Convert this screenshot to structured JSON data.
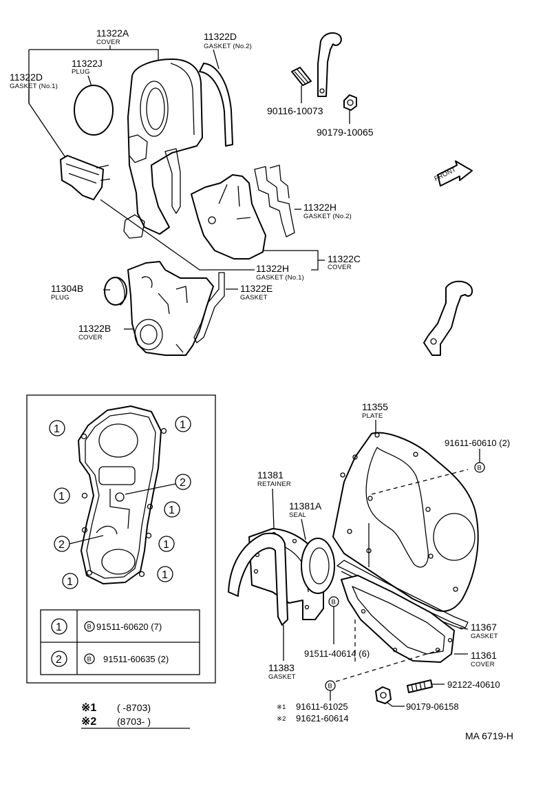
{
  "parts": {
    "p11322A": {
      "number": "11322A",
      "desc": "COVER"
    },
    "p11322D_top": {
      "number": "11322D",
      "desc": "GASKET (No.2)"
    },
    "p11322J": {
      "number": "11322J",
      "desc": "PLUG"
    },
    "p11322D_left": {
      "number": "11322D",
      "desc": "GASKET (No.1)"
    },
    "p90116": {
      "number": "90116-10073"
    },
    "p90179a": {
      "number": "90179-10065"
    },
    "front": "FRONT",
    "p11322H_a": {
      "number": "11322H",
      "desc": "GASKET (No.2)"
    },
    "p11322C": {
      "number": "11322C",
      "desc": "COVER"
    },
    "p11322H_b": {
      "number": "11322H",
      "desc": "GASKET (No.1)"
    },
    "p11304B": {
      "number": "11304B",
      "desc": "PLUG"
    },
    "p11322E": {
      "number": "11322E",
      "desc": "GASKET"
    },
    "p11322B": {
      "number": "11322B",
      "desc": "COVER"
    },
    "p11355": {
      "number": "11355",
      "desc": "PLATE"
    },
    "p91611a": {
      "number": "91611-60610 (2)"
    },
    "p11381": {
      "number": "11381",
      "desc": "RETAINER"
    },
    "p11381A": {
      "number": "11381A",
      "desc": "SEAL"
    },
    "p11367": {
      "number": "11367",
      "desc": "GASKET"
    },
    "p11361": {
      "number": "11361",
      "desc": "COVER"
    },
    "p91511_40614": {
      "number": "91511-40614 (6)"
    },
    "p11383": {
      "number": "11383",
      "desc": "GASKET"
    },
    "p92122": {
      "number": "92122-40610"
    },
    "p90179b": {
      "number": "90179-06158"
    },
    "ref1": {
      "mark": "※1",
      "number": "91611-61025"
    },
    "ref2": {
      "mark": "※2",
      "number": "91621-60614"
    }
  },
  "bolt_letter": "B",
  "bolt_table": [
    {
      "key": "1",
      "letter": "B",
      "number": "91511-60620 (7)"
    },
    {
      "key": "2",
      "letter": "B",
      "number": "91511-60635 (2)"
    }
  ],
  "circle_keys": [
    "1",
    "1",
    "2",
    "1",
    "1",
    "2",
    "1",
    "1",
    "1"
  ],
  "footnotes": [
    {
      "mark": "※1",
      "range": "(      -8703)"
    },
    {
      "mark": "※2",
      "range": "(8703-        )"
    }
  ],
  "diagram_code": "MA 6719-H"
}
